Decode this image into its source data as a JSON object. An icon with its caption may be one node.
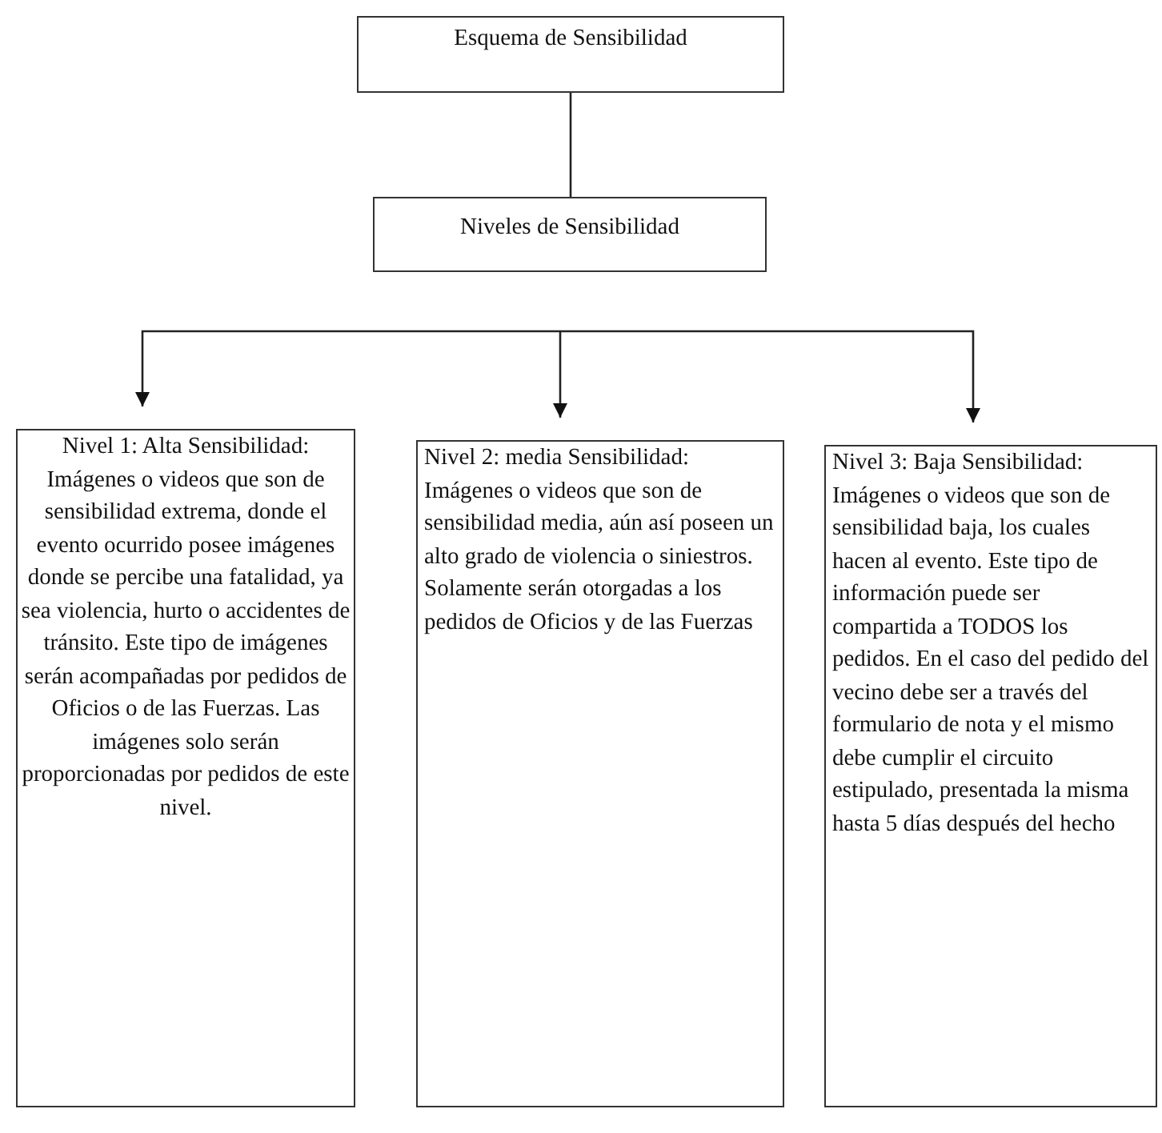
{
  "diagram": {
    "nodes": [
      {
        "text": [
          "Esquema de Sensibilidad"
        ]
      },
      {
        "text": [
          "Niveles de Sensibilidad"
        ]
      },
      {
        "text": [
          "Nivel 1: Alta Sensibilidad: Imágenes o videos que son de sensibilidad extrema, donde el evento ocurrido posee imágenes donde se percibe una fatalidad, ya sea violencia, hurto o accidentes de tránsito. Este tipo de imágenes serán acompañadas por pedidos de Oficios o de las Fuerzas. Las imágenes solo serán proporcionadas por pedidos de este nivel."
        ]
      },
      {
        "text": [
          "Nivel 2: media Sensibilidad: Imágenes o videos que son de sensibilidad media, aún así poseen un alto grado de violencia o siniestros. Solamente serán otorgadas a los pedidos de Oficios y de las Fuerzas"
        ]
      },
      {
        "text": [
          "Nivel 3: Baja Sensibilidad: Imágenes o videos que son de sensibilidad baja, los cuales hacen al evento. Este tipo de información puede ser compartida a TODOS los pedidos. En el caso del pedido del vecino debe ser a través del formulario de nota y el mismo debe cumplir el circuito estipulado, presentada la misma hasta 5 días después del hecho"
        ]
      }
    ],
    "edges": [
      {
        "from": 0,
        "to": 1,
        "arrow": "none"
      },
      {
        "from": null,
        "to": 2,
        "arrow": "to"
      },
      {
        "from": null,
        "to": 3,
        "arrow": "to"
      },
      {
        "from": null,
        "to": 4,
        "arrow": "to"
      }
    ]
  }
}
